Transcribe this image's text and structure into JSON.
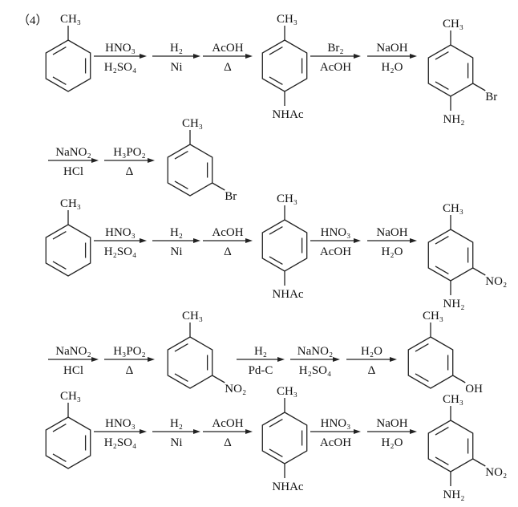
{
  "part_label": "（4）",
  "route_a": {
    "steps": [
      {
        "above": "HNO₃",
        "below": "H₂SO₄"
      },
      {
        "above": "H₂",
        "below": "Ni"
      },
      {
        "above": "AcOH",
        "below": "Δ"
      },
      {
        "above": "Br₂",
        "below": "AcOH"
      },
      {
        "above": "NaOH",
        "below": "H₂O"
      },
      {
        "above": "NaNO₂",
        "below": "HCl"
      },
      {
        "above": "H₃PO₂",
        "below": "Δ"
      }
    ],
    "molecules": [
      {
        "top": "CH₃"
      },
      {
        "top": "CH₃",
        "bottom": "NHAc"
      },
      {
        "top": "CH₃",
        "lower_right": "Br",
        "bottom": "NH₂"
      },
      {
        "top": "CH₃",
        "lower_right": "Br"
      }
    ]
  },
  "route_b": {
    "steps": [
      {
        "above": "HNO₃",
        "below": "H₂SO₄"
      },
      {
        "above": "H₂",
        "below": "Ni"
      },
      {
        "above": "AcOH",
        "below": "Δ"
      },
      {
        "above": "HNO₃",
        "below": "AcOH"
      },
      {
        "above": "NaOH",
        "below": "H₂O"
      },
      {
        "above": "NaNO₂",
        "below": "HCl"
      },
      {
        "above": "H₃PO₂",
        "below": "Δ"
      },
      {
        "above": "H₂",
        "below": "Pd-C"
      },
      {
        "above": "NaNO₂",
        "below": "H₂SO₄"
      },
      {
        "above": "H₂O",
        "below": "Δ"
      }
    ],
    "molecules": [
      {
        "top": "CH₃"
      },
      {
        "top": "CH₃",
        "bottom": "NHAc"
      },
      {
        "top": "CH₃",
        "lower_right": "NO₂",
        "bottom": "NH₂"
      },
      {
        "top": "CH₃",
        "lower_right": "NO₂"
      },
      {
        "top": "CH₃",
        "lower_right": "OH"
      }
    ]
  },
  "route_c": {
    "steps": [
      {
        "above": "HNO₃",
        "below": "H₂SO₄"
      },
      {
        "above": "H₂",
        "below": "Ni"
      },
      {
        "above": "AcOH",
        "below": "Δ"
      },
      {
        "above": "HNO₃",
        "below": "AcOH"
      },
      {
        "above": "NaOH",
        "below": "H₂O"
      }
    ],
    "molecules": [
      {
        "top": "CH₃"
      },
      {
        "top": "CH₃",
        "bottom": "NHAc"
      },
      {
        "top": "CH₃",
        "lower_right": "NO₂",
        "bottom": "NH₂"
      }
    ]
  }
}
